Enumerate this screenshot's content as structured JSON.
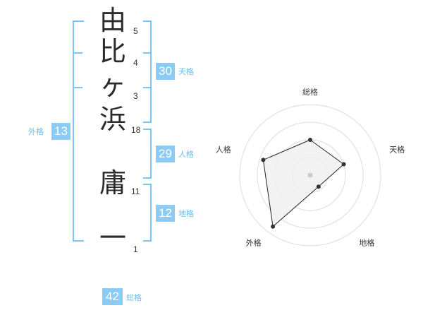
{
  "name_chars": [
    {
      "char": "由",
      "strokes": "5"
    },
    {
      "char": "比",
      "strokes": "4"
    },
    {
      "char": "ヶ",
      "strokes": "3"
    },
    {
      "char": "浜",
      "strokes": "18"
    },
    {
      "char": "庸",
      "strokes": "11"
    },
    {
      "char": "一",
      "strokes": "1"
    }
  ],
  "fortunes": {
    "tenkaku": {
      "value": "30",
      "label": "天格"
    },
    "jinkaku": {
      "value": "29",
      "label": "人格"
    },
    "chikaku": {
      "value": "12",
      "label": "地格"
    },
    "gaikaku": {
      "value": "13",
      "label": "外格"
    },
    "soukaku": {
      "value": "42",
      "label": "総格"
    }
  },
  "chart_data": {
    "type": "radar",
    "axes": [
      "総格",
      "天格",
      "地格",
      "外格",
      "人格"
    ],
    "values": [
      2.5,
      2.5,
      1,
      4.5,
      3.5
    ],
    "max": 5,
    "rings": 4,
    "colors": {
      "fill": "#f0f0f0",
      "line": "#222222",
      "grid": "#dddddd",
      "point": "#333333",
      "center": "#cccccc"
    }
  }
}
